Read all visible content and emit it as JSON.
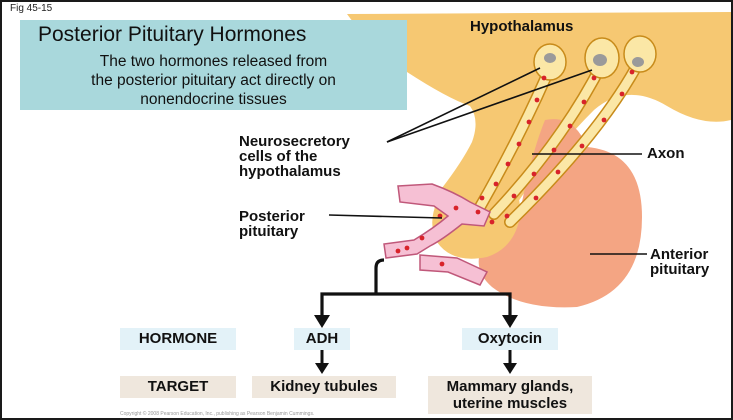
{
  "figure": {
    "label": "Fig 45-15",
    "title": "Posterior Pituitary Hormones",
    "subtitle_lines": [
      "The two hormones released from",
      "the posterior pituitary act directly on",
      "nonendocrine tissues"
    ]
  },
  "labels": {
    "hypothalamus": "Hypothalamus",
    "neurosecretory_lines": [
      "Neurosecretory",
      "cells of the",
      "hypothalamus"
    ],
    "axon": "Axon",
    "posterior_pituitary_lines": [
      "Posterior",
      "pituitary"
    ],
    "anterior_pituitary_lines": [
      "Anterior",
      "pituitary"
    ]
  },
  "table": {
    "hormone_header": "HORMONE",
    "target_header": "TARGET",
    "hormones": [
      "ADH",
      "Oxytocin"
    ],
    "targets": [
      [
        "Kidney tubules"
      ],
      [
        "Mammary glands,",
        "uterine muscles"
      ]
    ]
  },
  "copyright": "Copyright © 2008 Pearson Education, Inc., publishing as Pearson Benjamin Cummings.",
  "colors": {
    "title_box": "#a9d8dc",
    "hypothalamus_tissue": "#f6c872",
    "axon": "#fbe7a6",
    "anterior_pituitary": "#f4a583",
    "blood_vessel": "#f6c0d4",
    "vesicle": "#d8232a",
    "hormone_box": "#e3f2f8",
    "target_box": "#efe7dd"
  }
}
